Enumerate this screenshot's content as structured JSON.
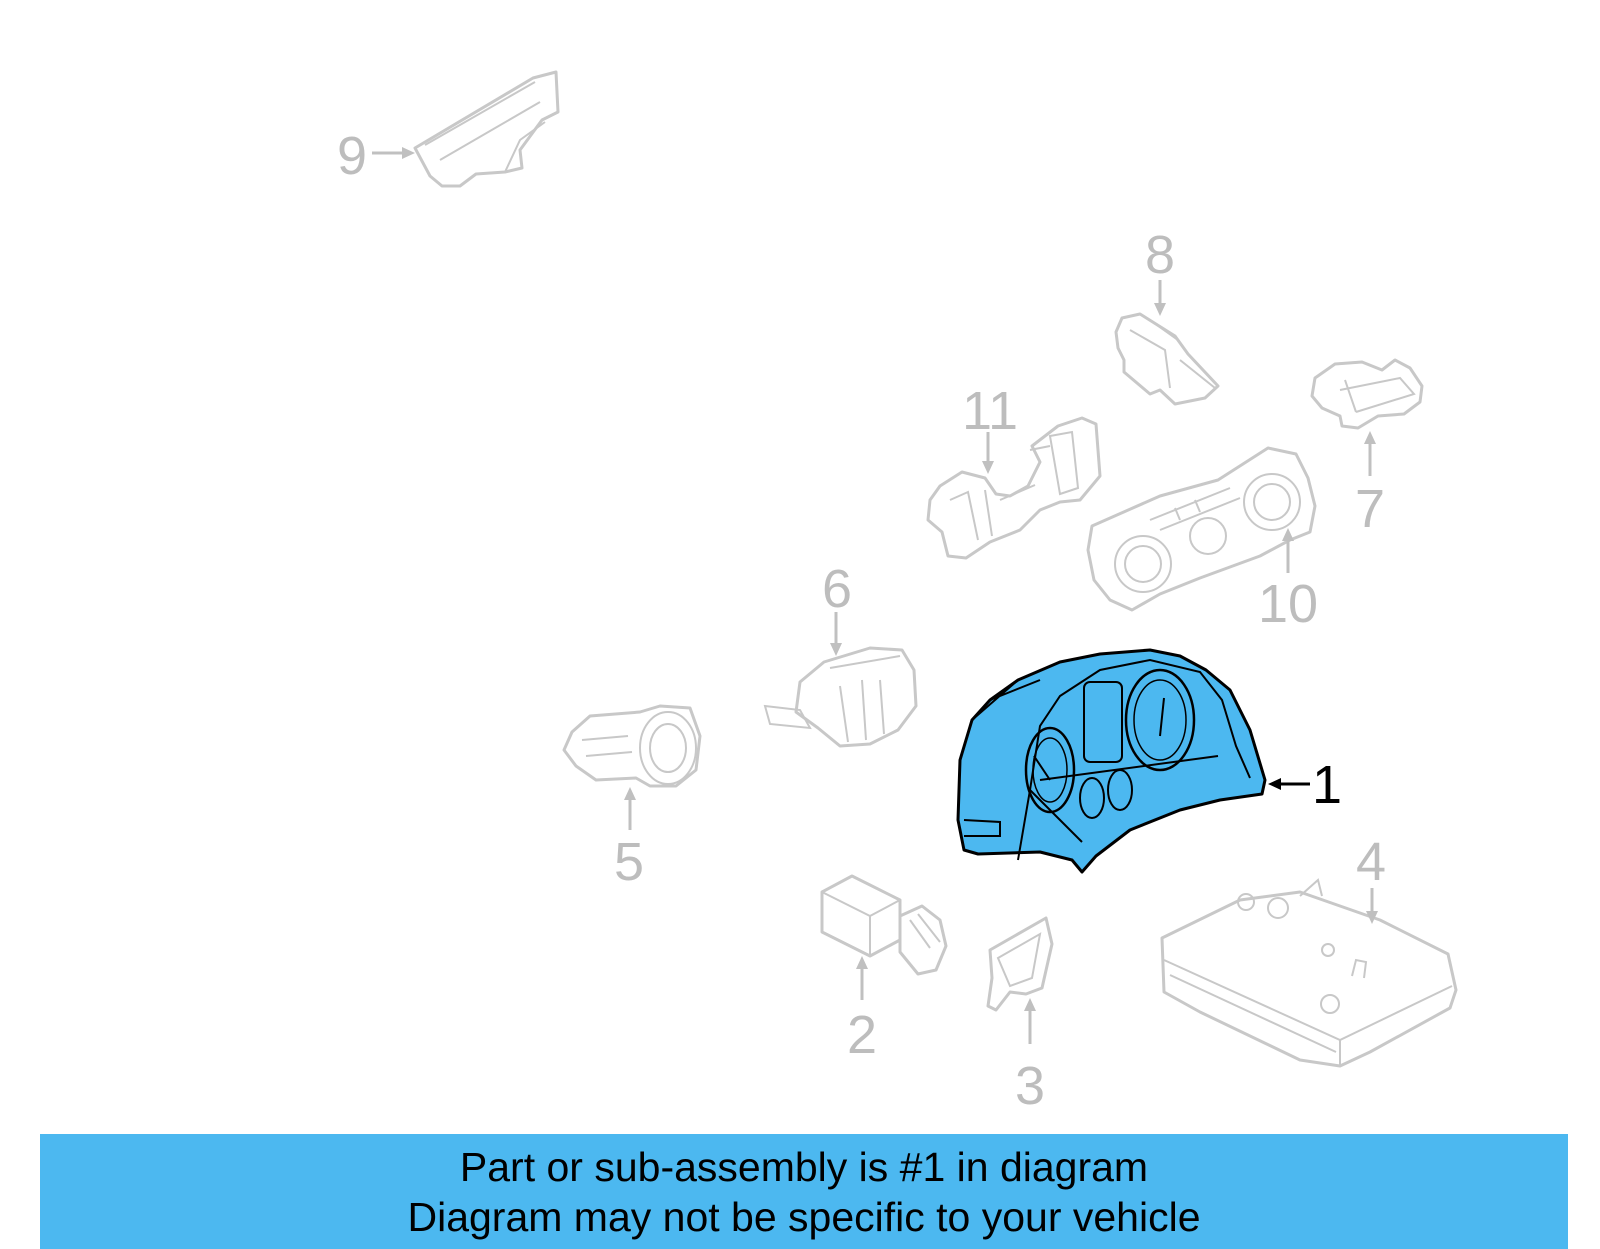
{
  "colors": {
    "highlight": "#4cb8f0",
    "ghost_line": "#c8c8c8",
    "label_gray": "#bdbdbd",
    "label_active": "#000000"
  },
  "highlighted_part": "1",
  "callouts": [
    {
      "id": "1",
      "text": "1",
      "part": "instrument-cluster"
    },
    {
      "id": "2",
      "text": "2",
      "part": "switch"
    },
    {
      "id": "3",
      "text": "3",
      "part": "bracket"
    },
    {
      "id": "4",
      "text": "4",
      "part": "control-module"
    },
    {
      "id": "5",
      "text": "5",
      "part": "headlamp-switch"
    },
    {
      "id": "6",
      "text": "6",
      "part": "ignition-switch"
    },
    {
      "id": "7",
      "text": "7",
      "part": "switch"
    },
    {
      "id": "8",
      "text": "8",
      "part": "switch"
    },
    {
      "id": "9",
      "text": "9",
      "part": "trim-cover"
    },
    {
      "id": "10",
      "text": "10",
      "part": "climate-control"
    },
    {
      "id": "11",
      "text": "11",
      "part": "bracket"
    }
  ],
  "banner": {
    "line1": "Part or sub-assembly is #1 in diagram",
    "line2": "Diagram may not be specific to your vehicle"
  }
}
